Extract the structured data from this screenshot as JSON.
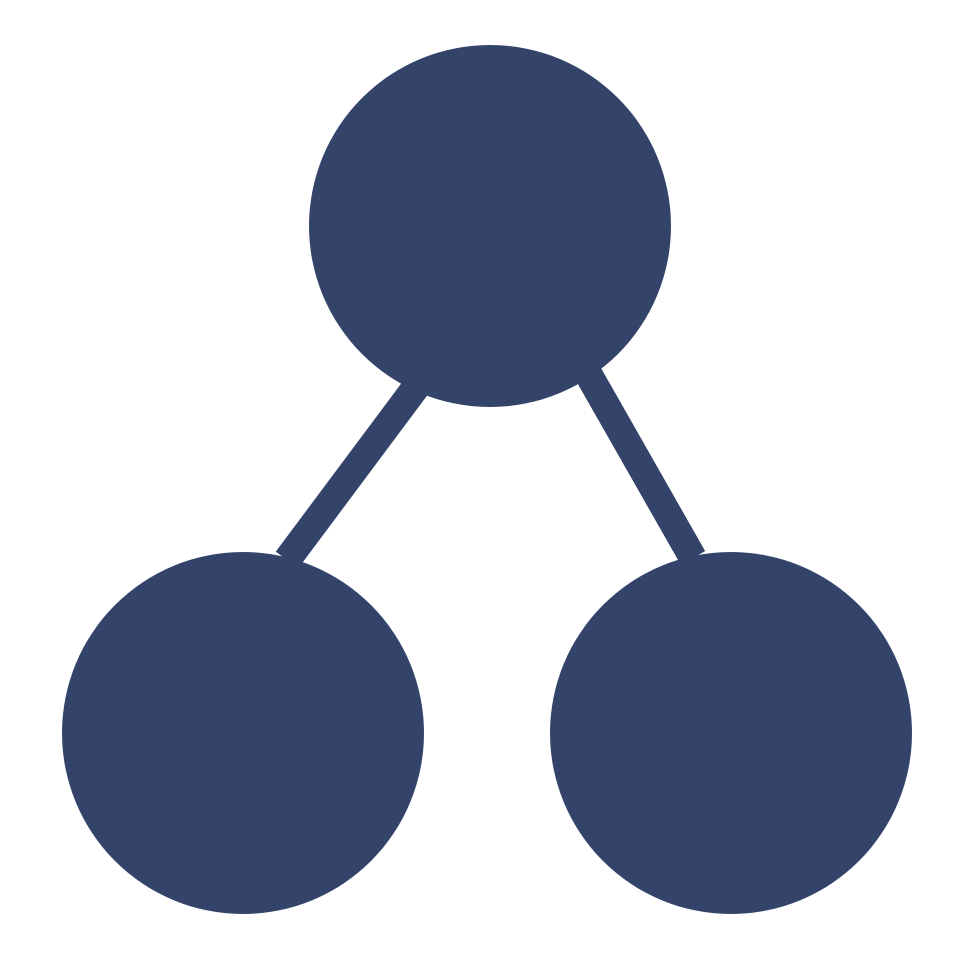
{
  "icon": {
    "name": "hierarchy-network-icon",
    "color": "#34436a",
    "background": "#ffffff",
    "nodes": [
      "top",
      "bottom-left",
      "bottom-right"
    ],
    "links": [
      [
        "top",
        "bottom-left"
      ],
      [
        "top",
        "bottom-right"
      ]
    ]
  }
}
